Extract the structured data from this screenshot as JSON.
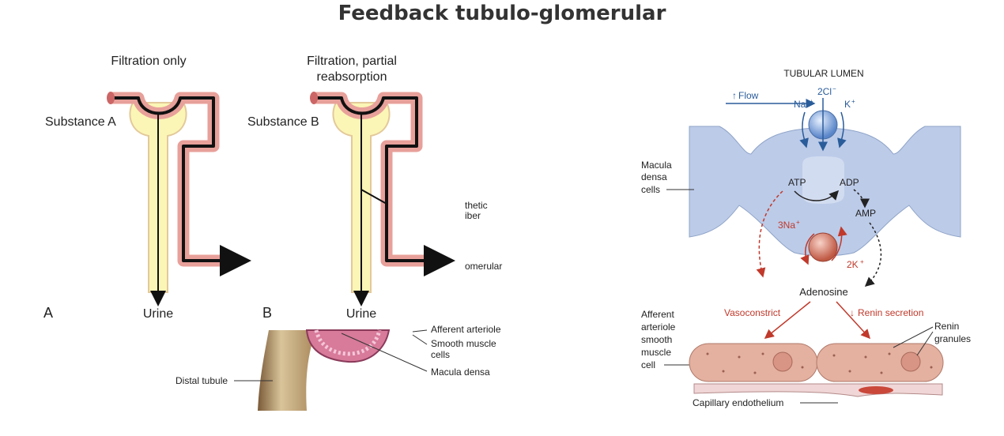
{
  "title": "Feedback tubulo-glomerular",
  "left_panel": {
    "panel_a": {
      "heading": "Filtration only",
      "substance": "Substance A",
      "outlet": "Urine",
      "letter": "A"
    },
    "panel_b": {
      "heading_line1": "Filtration, partial",
      "heading_line2": "reabsorption",
      "substance": "Substance B",
      "outlet": "Urine",
      "letter": "B"
    },
    "cut_labels": [
      "thetic",
      "iber",
      "omerular"
    ]
  },
  "bottom_left": {
    "labels": [
      "Afferent arteriole",
      "Smooth muscle",
      "cells",
      "Macula densa",
      "Distal tubule"
    ]
  },
  "right_panel": {
    "header": "TUBULAR LUMEN",
    "flow": "Flow",
    "ions_top": {
      "na": "Na",
      "cl": "2Cl",
      "k": "K"
    },
    "macula": [
      "Macula",
      "densa",
      "cells"
    ],
    "metabolites": {
      "atp": "ATP",
      "adp": "ADP",
      "amp": "AMP"
    },
    "pump": {
      "na": "3Na",
      "k": "2K"
    },
    "adenosine": "Adenosine",
    "vasoconstrict": "Vasoconstrict",
    "renin_secretion": "Renin secretion",
    "afferent": [
      "Afferent",
      "arteriole",
      "smooth",
      "muscle",
      "cell"
    ],
    "renin_granules": [
      "Renin",
      "granules"
    ],
    "capillary": "Capillary endothelium"
  },
  "colors": {
    "tubule_fill": "#fbf6b6",
    "tubule_stroke": "#e3c99a",
    "vessel": "#e8a09a",
    "cell_blue": "#bccbe8",
    "muscle": "#e4b0a0",
    "red_arrow": "#c0392b",
    "blue_arrow": "#2a5c9a"
  }
}
